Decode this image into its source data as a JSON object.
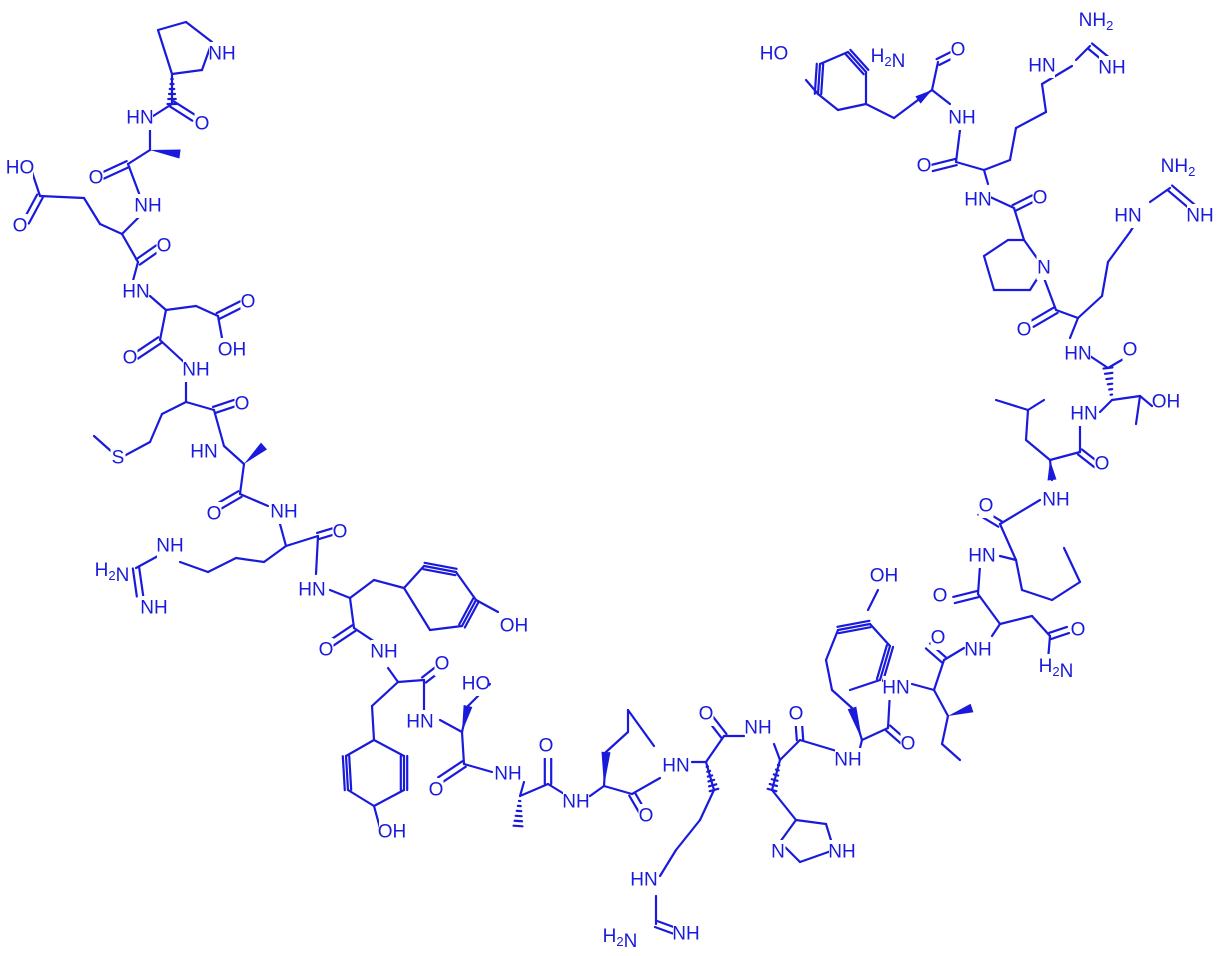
{
  "figure": {
    "kind": "peptide structural formula",
    "ink_color": "#1a1adc",
    "background_color": "#ffffff"
  },
  "atom_labels": {
    "nh": "NH",
    "hn": "HN",
    "n": "N",
    "o": "O",
    "oh": "OH",
    "ho": "HO",
    "s": "S",
    "h2n": "H2N",
    "nh2": "NH2",
    "h2n_sub": "H2N"
  },
  "residues": [
    "Pro",
    "Ala",
    "Glu",
    "Asp",
    "Met",
    "Ala",
    "Arg",
    "Tyr",
    "Tyr",
    "Ser",
    "Ala",
    "Leu",
    "Arg",
    "His",
    "Tyr",
    "Ile",
    "Asn",
    "Leu",
    "Leu",
    "Thr",
    "Arg",
    "Pro",
    "Arg",
    "Tyr"
  ]
}
